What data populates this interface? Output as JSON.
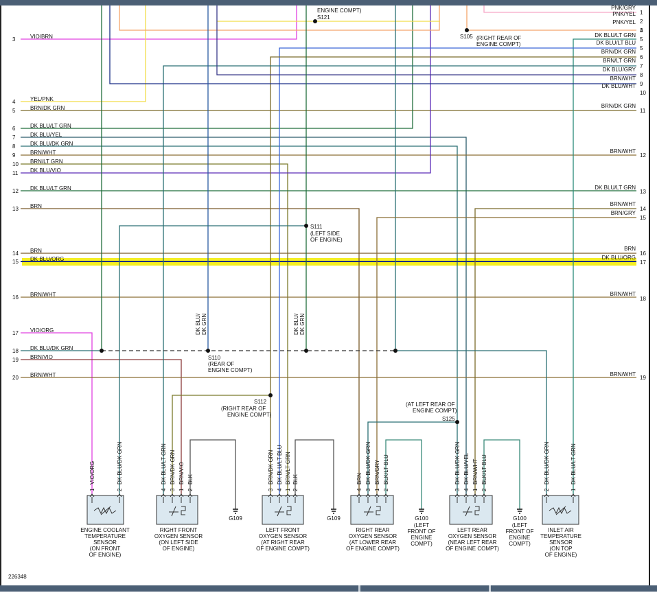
{
  "diagram_id": "226348",
  "header_fragments": {
    "top_center": "ENGINE COMPT)",
    "s121": "S121"
  },
  "colors": {
    "frame_bar": "#4b5f75",
    "highlight": "#f5ef23",
    "vio": "#e040e0",
    "pnk": "#f7a6c6",
    "yel": "#f2dd4a",
    "olive": "#7b6a2a",
    "green": "#1f6d3b",
    "teal": "#2a6f73",
    "blue": "#3a66d8",
    "navy": "#1a2e86",
    "purple": "#5a2bb8",
    "brown": "#8a6d35",
    "brn_vio": "#8a3a3a",
    "gray": "#555555",
    "orange": "#f3a56b"
  },
  "left_pins": [
    {
      "num": "3",
      "label": "VIO/BRN"
    },
    {
      "num": "4",
      "label": "YEL/PNK"
    },
    {
      "num": "5",
      "label": "BRN/DK GRN"
    },
    {
      "num": "6",
      "label": "DK BLU/LT GRN"
    },
    {
      "num": "7",
      "label": "DK BLU/YEL"
    },
    {
      "num": "8",
      "label": "DK BLU/DK GRN"
    },
    {
      "num": "9",
      "label": "BRN/WHT"
    },
    {
      "num": "10",
      "label": "BRN/LT GRN"
    },
    {
      "num": "11",
      "label": "DK BLU/VIO"
    },
    {
      "num": "12",
      "label": "DK BLU/LT GRN"
    },
    {
      "num": "13",
      "label": "BRN"
    },
    {
      "num": "14",
      "label": "BRN"
    },
    {
      "num": "15",
      "label": "DK BLU/ORG"
    },
    {
      "num": "16",
      "label": "BRN/WHT"
    },
    {
      "num": "17",
      "label": "VIO/ORG"
    },
    {
      "num": "18",
      "label": "DK BLU/DK GRN"
    },
    {
      "num": "19",
      "label": "BRN/VIO"
    },
    {
      "num": "20",
      "label": "BRN/WHT"
    }
  ],
  "right_pins": [
    {
      "num": "1",
      "label": "PNK/GRY"
    },
    {
      "num": "2",
      "label": "PNK/YEL"
    },
    {
      "num": "3",
      "label": "PNK/YEL"
    },
    {
      "num": "4",
      "label": ""
    },
    {
      "num": "5",
      "label": "DK BLU/LT GRN"
    },
    {
      "num": "5",
      "label": "DK BLU/LT BLU"
    },
    {
      "num": "6",
      "label": "BRN/DK GRN"
    },
    {
      "num": "7",
      "label": "BRN/LT GRN"
    },
    {
      "num": "8",
      "label": "DK BLU/GRY"
    },
    {
      "num": "9",
      "label": "BRN/WHT"
    },
    {
      "num": "10",
      "label": "DK BLU/WHT"
    },
    {
      "num": "11",
      "label": "BRN/DK GRN"
    },
    {
      "num": "12",
      "label": "BRN/WHT"
    },
    {
      "num": "13",
      "label": "DK BLU/LT GRN"
    },
    {
      "num": "14",
      "label": "BRN/WHT"
    },
    {
      "num": "15",
      "label": "BRN/GRY"
    },
    {
      "num": "16",
      "label": "BRN"
    },
    {
      "num": "17",
      "label": "DK BLU/ORG"
    },
    {
      "num": "18",
      "label": "BRN/WHT"
    },
    {
      "num": "19",
      "label": "BRN/WHT"
    }
  ],
  "splices": [
    {
      "name": "S105",
      "note1": "(RIGHT REAR OF",
      "note2": "ENGINE COMPT)"
    },
    {
      "name": "S111",
      "note1": "(LEFT SIDE",
      "note2": "OF ENGINE)"
    },
    {
      "name": "S110",
      "note1": "(REAR OF",
      "note2": "ENGINE COMPT)"
    },
    {
      "name": "S112",
      "note1": "(RIGHT REAR OF",
      "note2": "ENGINE COMPT)"
    },
    {
      "name": "S125",
      "note1": "(AT LEFT REAR OF",
      "note2": "ENGINE COMPT)"
    }
  ],
  "vertical_labels": [
    "DK BLU/",
    "DK GRN",
    "DK BLU/",
    "DK GRN"
  ],
  "components": [
    {
      "name": "ENGINE COOLANT TEMPERATURE SENSOR",
      "lines": [
        "ENGINE COOLANT",
        "TEMPERATURE",
        "SENSOR",
        "(ON FRONT",
        "OF ENGINE)"
      ],
      "pins": [
        {
          "num": "1",
          "wire": "VIO/ORG"
        },
        {
          "num": "2",
          "wire": "DK BLU/DK GRN"
        }
      ]
    },
    {
      "name": "RIGHT FRONT OXYGEN SENSOR",
      "lines": [
        "RIGHT FRONT",
        "OXYGEN SENSOR",
        "(ON LEFT SIDE",
        "OF ENGINE)"
      ],
      "pins": [
        {
          "num": "4",
          "wire": "DK BLU/LT GRN"
        },
        {
          "num": "3",
          "wire": "BRN/DK GRN"
        },
        {
          "num": "1",
          "wire": "BRN/VIO"
        },
        {
          "num": "2",
          "wire": "BLK"
        }
      ]
    },
    {
      "name": "LEFT FRONT OXYGEN SENSOR",
      "lines": [
        "LEFT FRONT",
        "OXYGEN SENSOR",
        "(AT RIGHT REAR",
        "OF ENGINE COMPT)"
      ],
      "pins": [
        {
          "num": "3",
          "wire": "BRN/DK GRN"
        },
        {
          "num": "4",
          "wire": "DK BLU/LT BLU"
        },
        {
          "num": "1",
          "wire": "BRN/LT GRN"
        },
        {
          "num": "2",
          "wire": "BLK"
        }
      ]
    },
    {
      "name": "RIGHT REAR OXYGEN SENSOR",
      "lines": [
        "RIGHT REAR",
        "OXYGEN SENSOR",
        "(AT LOWER REAR",
        "OF ENGINE COMPT)"
      ],
      "pins": [
        {
          "num": "4",
          "wire": "BRN"
        },
        {
          "num": "3",
          "wire": "DK BLU/DK GRN"
        },
        {
          "num": "1",
          "wire": "BRN/GRY"
        },
        {
          "num": "2",
          "wire": "BLK/LT BLU"
        }
      ]
    },
    {
      "name": "LEFT REAR OXYGEN SENSOR",
      "lines": [
        "LEFT REAR",
        "OXYGEN SENSOR",
        "(NEAR LEFT REAR",
        "OF ENGINE COMPT)"
      ],
      "pins": [
        {
          "num": "3",
          "wire": "DK BLU/DK GRN"
        },
        {
          "num": "4",
          "wire": "DK BLU/YEL"
        },
        {
          "num": "1",
          "wire": "BRN/WHT"
        },
        {
          "num": "2",
          "wire": "BLK/LT BLU"
        }
      ]
    },
    {
      "name": "INLET AIR TEMPERATURE SENSOR",
      "lines": [
        "INLET AIR",
        "TEMPERATURE",
        "SENSOR",
        "(ON TOP",
        "OF ENGINE)"
      ],
      "pins": [
        {
          "num": "2",
          "wire": "DK BLU/DK GRN"
        },
        {
          "num": "1",
          "wire": "DK BLU/LT GRN"
        }
      ]
    }
  ],
  "grounds": [
    {
      "name": "G109",
      "lines": []
    },
    {
      "name": "G109",
      "lines": []
    },
    {
      "name": "G100",
      "lines": [
        "(LEFT",
        "FRONT OF",
        "ENGINE",
        "COMPT)"
      ]
    },
    {
      "name": "G100",
      "lines": [
        "(LEFT",
        "FRONT OF",
        "ENGINE",
        "COMPT)"
      ]
    }
  ]
}
